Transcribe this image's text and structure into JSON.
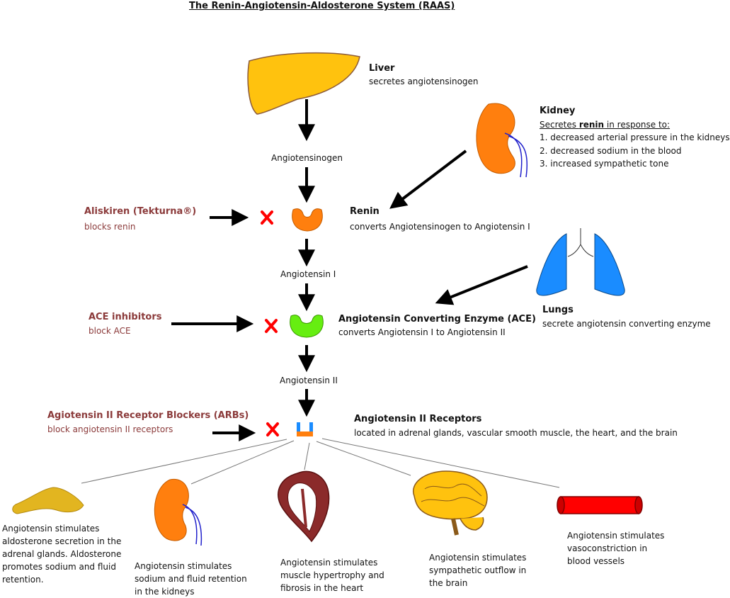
{
  "title": "The  Renin-Angiotensin-Aldosterone System (RAAS)",
  "liver": {
    "name": "Liver",
    "desc": "secretes angiotensinogen"
  },
  "kidney": {
    "name": "Kidney",
    "intro_pre": "Secretes ",
    "intro_bold": "renin",
    "intro_post": " in response to:",
    "items": [
      "1. decreased arterial pressure in the kidneys",
      "2. decreased sodium in the blood",
      "3. increased sympathetic tone"
    ]
  },
  "molecules": {
    "angiotensinogen": "Angiotensinogen",
    "ang1": "Angiotensin I",
    "ang2": "Angiotensin II"
  },
  "renin": {
    "name": "Renin",
    "desc": "converts Angiotensinogen to Angiotensin I"
  },
  "ace": {
    "name": "Angiotensin Converting Enzyme (ACE)",
    "desc": "converts Angiotensin I to Angiotensin II"
  },
  "lungs": {
    "name": "Lungs",
    "desc": "secrete angiotensin converting enzyme"
  },
  "receptors": {
    "name": "Angiotensin II Receptors",
    "desc": "located in adrenal glands, vascular smooth muscle, the heart, and the brain"
  },
  "drugs": {
    "aliskiren": {
      "name": "Aliskiren (Tekturna®)",
      "desc": "blocks renin"
    },
    "ace_inhibitors": {
      "name": "ACE inhibitors",
      "desc": "block ACE"
    },
    "arbs": {
      "name": "Agiotensin II Receptor Blockers (ARBs)",
      "desc": "block angiotensin II receptors"
    }
  },
  "effects": {
    "adrenal": "Angiotensin stimulates aldosterone secretion in the adrenal glands. Aldosterone promotes sodium and fluid retention.",
    "kidney": "Angiotensin stimulates sodium and fluid retention in the kidneys",
    "heart": "Angiotensin stimulates muscle hypertrophy and fibrosis in the heart",
    "brain": "Angiotensin stimulates sympathetic outflow in the brain",
    "vessels": "Angiotensin stimulates vasoconstriction in blood vessels"
  },
  "colors": {
    "liver": "#ffc20e",
    "adrenal": "#e2b520",
    "kidney": "#ff7f0e",
    "renin": "#ff7f0e",
    "ace": "#66ee11",
    "lungs": "#1a8cff",
    "heart": "#8b2a2a",
    "vessel": "#ff0000",
    "drug_text": "#8b3a3a",
    "block_x": "#ff0000"
  }
}
